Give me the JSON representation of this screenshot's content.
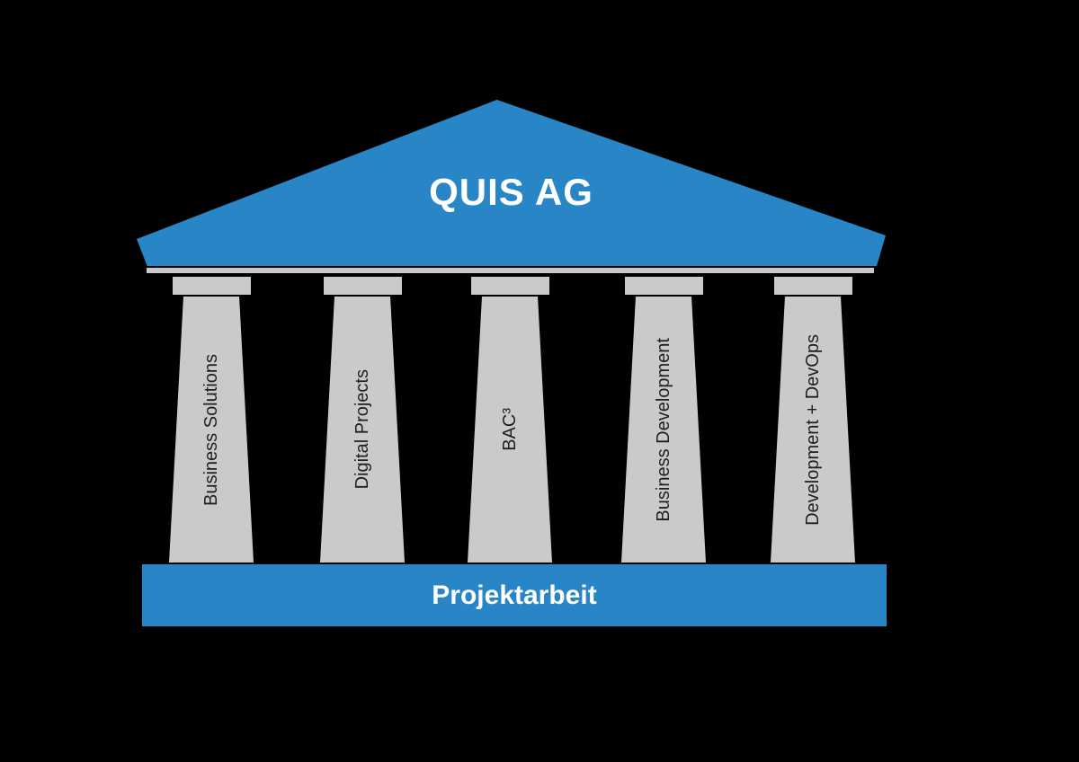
{
  "diagram": {
    "type": "temple-pillar-diagram",
    "background_color": "#000000",
    "pediment": {
      "label": "QUIS AG",
      "color": "#2886C7",
      "text_color": "#FFFFFF"
    },
    "architrave": {
      "color": "#C8C8CA"
    },
    "pillars": {
      "color": "#CACACC",
      "text_color": "#1F1F1F",
      "items": [
        {
          "label": "Business Solutions"
        },
        {
          "label": "Digital Projects"
        },
        {
          "label": "BAC³"
        },
        {
          "label": "Business Development"
        },
        {
          "label": "Development + DevOps"
        }
      ]
    },
    "base": {
      "label": "Projektarbeit",
      "color": "#2886C7",
      "text_color": "#FFFFFF"
    }
  }
}
